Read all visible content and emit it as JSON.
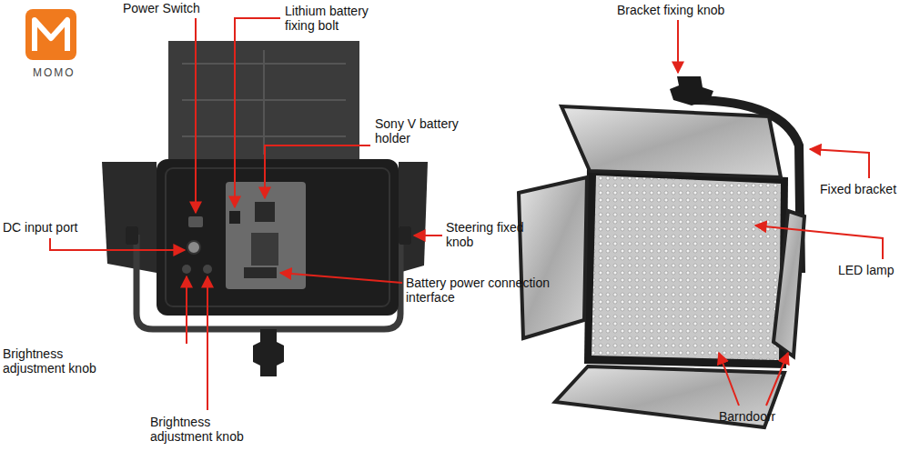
{
  "diagram": {
    "labels": [
      "MOMO",
      "Power Switch",
      "Lithium battery fixing bolt",
      "Bracket fixing knob",
      "Sony V battery holder",
      "Fixed bracket",
      "DC input port",
      "Steering fixed knob",
      "LED lamp",
      "Battery power connection interface",
      "Brightness adjustment knob",
      "Brightness adjustment knob",
      "Barndoorr"
    ]
  }
}
